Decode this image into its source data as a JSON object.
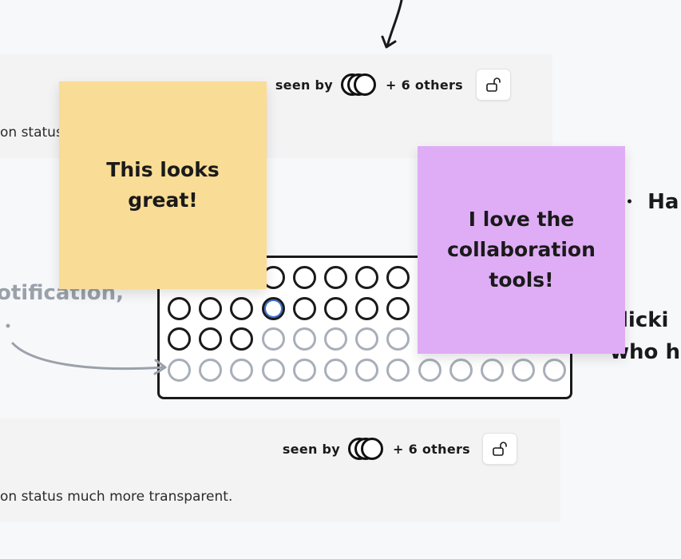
{
  "top_card": {
    "seen_by_label": "seen by",
    "others_label": "+ 6 others",
    "text": "on status r"
  },
  "bottom_card": {
    "seen_by_label": "seen by",
    "others_label": "+ 6 others",
    "text": "on status much more transparent."
  },
  "sticky_yellow": {
    "line1": "This looks",
    "line2": "great!",
    "color": "#f9dc95"
  },
  "sticky_purple": {
    "line1": "I love the",
    "line2": "collaboration",
    "line3": "tools!",
    "color": "#dfadf5"
  },
  "annotations": {
    "left_note": "otification,",
    "right_top": "Ha",
    "right_mid": "licki",
    "right_bottom": "who h"
  },
  "grid": {
    "columns": 13,
    "rows": 4,
    "highlighted": "row1-col3"
  },
  "icons": {
    "lock": "unlocked-padlock-icon",
    "arrow_top": "arrow-down-icon",
    "arrow_left": "curved-arrow-right-icon"
  }
}
